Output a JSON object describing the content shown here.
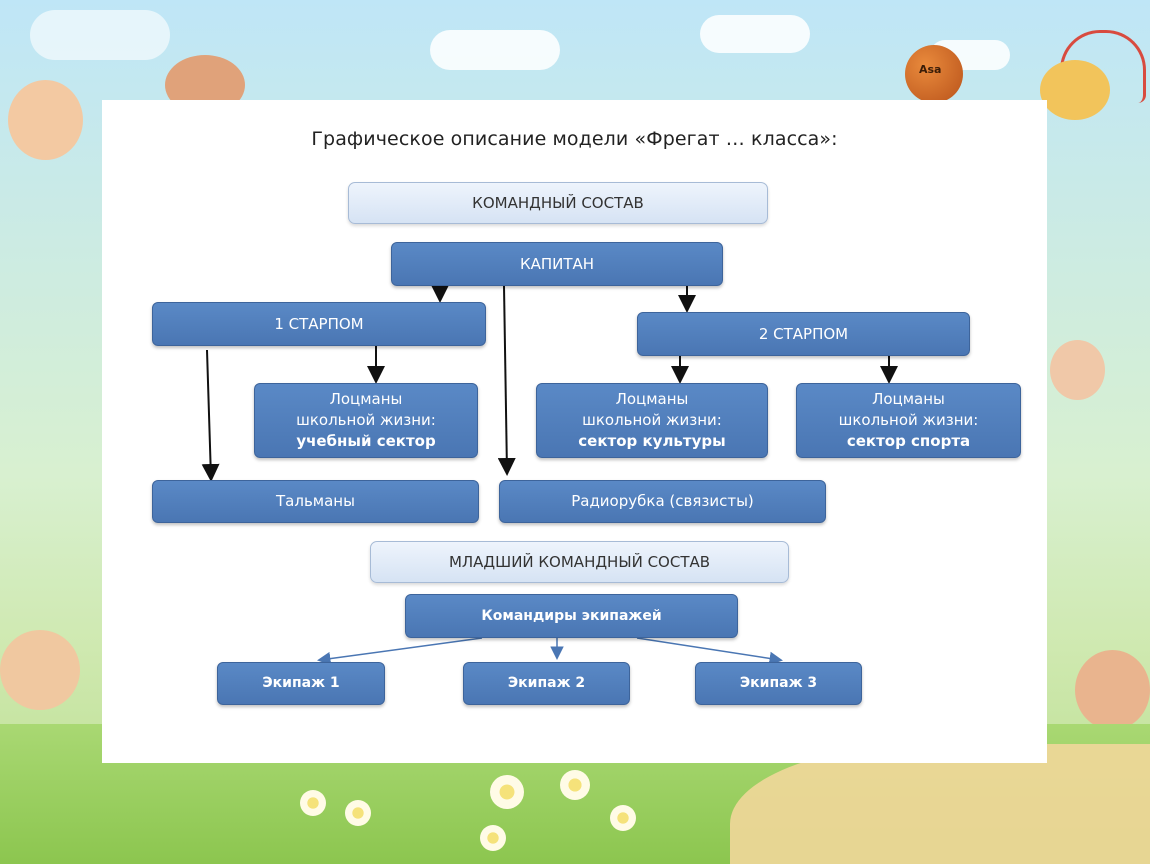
{
  "slide": {
    "title": "Графическое описание модели «Фрегат … класса»:"
  },
  "diagram": {
    "header_command": "КОМАНДНЫЙ СОСТАВ",
    "captain": "КАПИТАН",
    "first_mate": "1 СТАРПОМ",
    "second_mate": "2 СТАРПОМ",
    "pilots_1": {
      "line1": "Лоцманы",
      "line2": "школьной жизни:",
      "line3": "учебный сектор"
    },
    "pilots_2": {
      "line1": "Лоцманы",
      "line2": "школьной жизни:",
      "line3": "сектор культуры"
    },
    "pilots_3": {
      "line1": "Лоцманы",
      "line2": "школьной жизни:",
      "line3": "сектор  спорта"
    },
    "talmen": "Тальманы",
    "radio": "Радиорубка (связисты)",
    "header_junior": "МЛАДШИЙ КОМАНДНЫЙ СОСТАВ",
    "crew_commanders": "Командиры экипажей",
    "crew_1": "Экипаж 1",
    "crew_2": "Экипаж 2",
    "crew_3": "Экипаж 3"
  },
  "background": {
    "ball_label": "Asa"
  },
  "colors": {
    "box_fill": "#4f7fbd",
    "header_fill": "#dde8f6",
    "slide_bg": "#ffffff"
  }
}
